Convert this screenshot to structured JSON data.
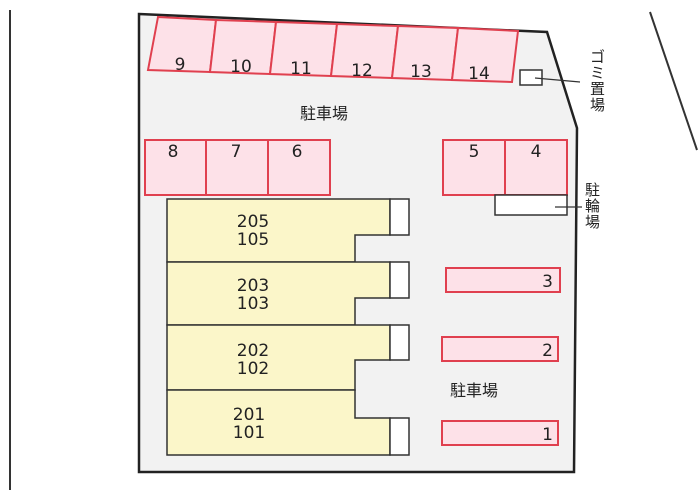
{
  "labels": {
    "parking_top": "駐車場",
    "parking_bottom": "駐車場",
    "garbage": [
      "ゴ",
      "ミ",
      "置",
      "場"
    ],
    "bicycle": [
      "駐",
      "輪",
      "場"
    ]
  },
  "parking_slots": {
    "top_row": [
      "9",
      "10",
      "11",
      "12",
      "13",
      "14"
    ],
    "middle_left": [
      "8",
      "7",
      "6"
    ],
    "middle_right": [
      "5",
      "4"
    ],
    "right_column": [
      "3",
      "2",
      "1"
    ]
  },
  "units": [
    {
      "upper": "205",
      "lower": "105"
    },
    {
      "upper": "203",
      "lower": "103"
    },
    {
      "upper": "202",
      "lower": "102"
    },
    {
      "upper": "201",
      "lower": "101"
    }
  ],
  "colors": {
    "slot_fill": "#fde1e8",
    "slot_stroke": "#e0404f",
    "unit_fill": "#fbf6c9",
    "ground": "#f2f2f2"
  }
}
